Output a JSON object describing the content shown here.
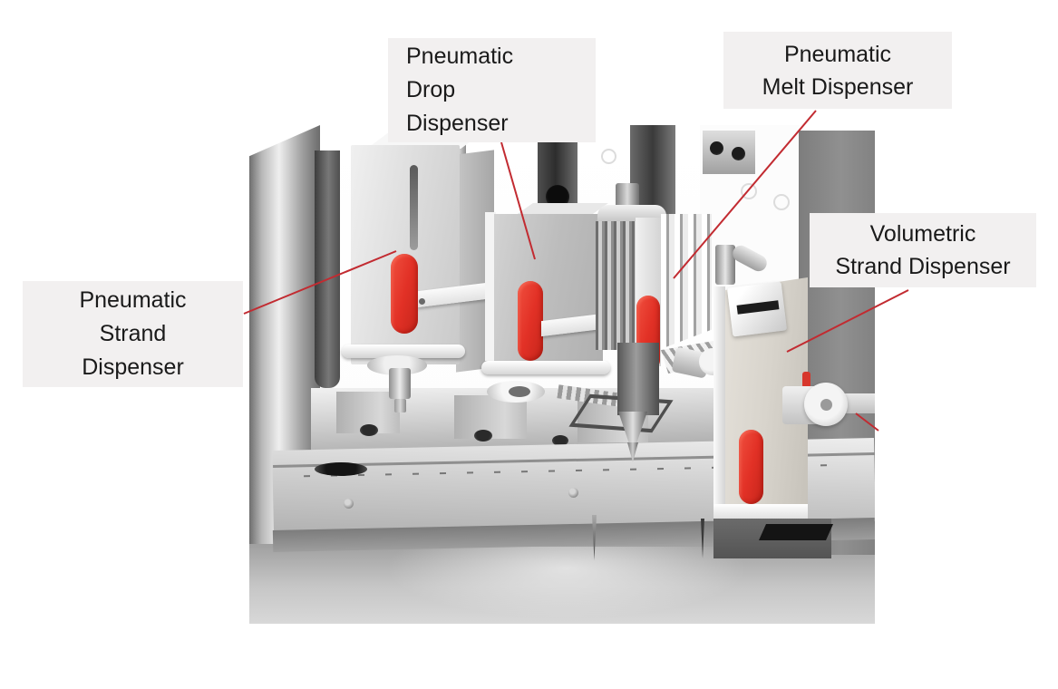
{
  "diagram": {
    "labels": {
      "strand": {
        "line1": "Pneumatic",
        "line2": "Strand",
        "line3": "Dispenser"
      },
      "drop": {
        "line1": "Pneumatic",
        "line2": "Drop",
        "line3": "Dispenser"
      },
      "melt": {
        "line1": "Pneumatic",
        "line2": "Melt Dispenser"
      },
      "volumetric": {
        "line1": "Volumetric",
        "line2": "Strand Dispenser"
      }
    },
    "colors": {
      "page_background": "#ffffff",
      "label_background": "#f2f0f0",
      "label_text": "#1a1a1a",
      "leader_line": "#c22b31",
      "accent_red": "#e23126"
    }
  }
}
